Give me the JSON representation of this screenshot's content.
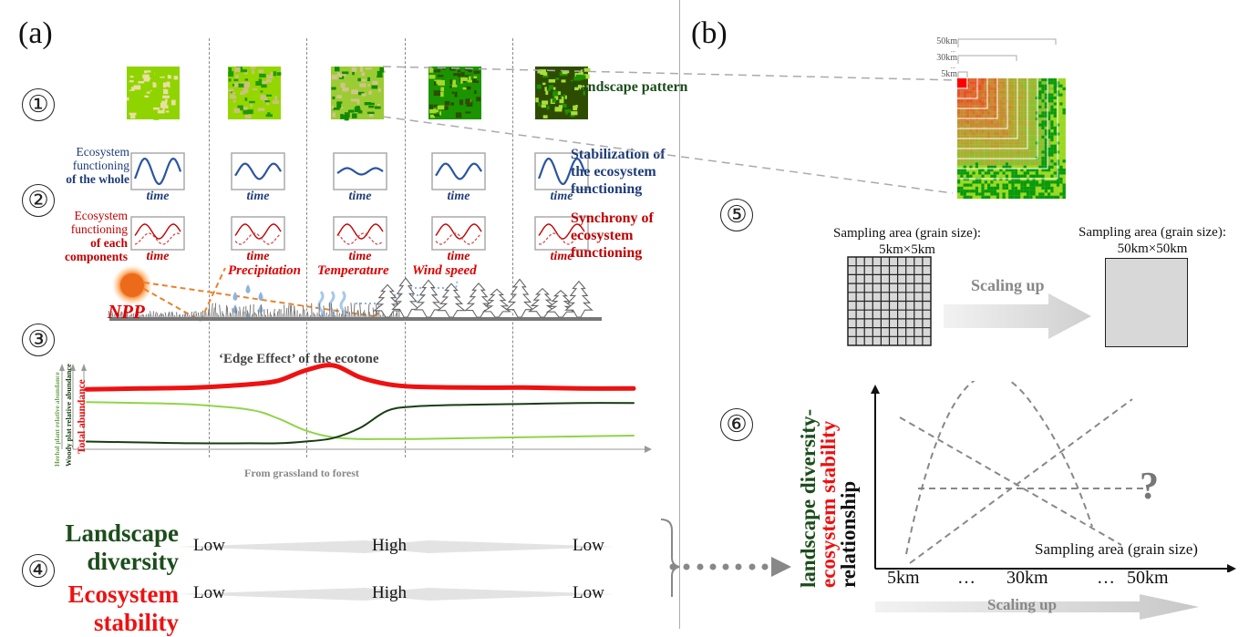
{
  "panels": {
    "a": "(a)",
    "b": "(b)"
  },
  "steps": [
    "①",
    "②",
    "③",
    "④",
    "⑤",
    "⑥"
  ],
  "row1": {
    "label": "Landscape pattern",
    "tiles": [
      {
        "name": "grassland",
        "base": "#8fd400",
        "accent": "#e9e0a0",
        "dark": "#8fd400"
      },
      {
        "name": "grassland-shrub",
        "base": "#95d600",
        "accent": "#c9c27a",
        "dark": "#1f9a00"
      },
      {
        "name": "ecotone",
        "base": "#9bcc33",
        "accent": "#d2c48a",
        "dark": "#128a00"
      },
      {
        "name": "forest-edge",
        "base": "#1a9400",
        "accent": "#a4d82c",
        "dark": "#2d4d00"
      },
      {
        "name": "forest",
        "base": "#2e4c00",
        "accent": "#a8e03a",
        "dark": "#1e9100"
      }
    ]
  },
  "row2": {
    "whole_label": [
      "Ecosystem",
      "functioning",
      "of the whole"
    ],
    "components_label": [
      "Ecosystem",
      "functioning",
      "of each",
      "components"
    ],
    "time_label": "time",
    "stabilization_label": [
      "Stabilization of",
      "the ecosystem",
      "functioning"
    ],
    "synchrony_label": [
      "Synchrony of",
      "ecosystem",
      "functioning"
    ],
    "blue_amplitude": [
      1.0,
      0.6,
      0.25,
      0.6,
      1.0
    ],
    "red_offset": [
      0.15,
      0.35,
      0.6,
      0.35,
      0.2
    ]
  },
  "row3": {
    "npp": "NPP",
    "factors": [
      "Precipitation",
      "Temperature",
      "Wind speed"
    ]
  },
  "edge_effect": {
    "title": "‘Edge Effect’ of the ecotone",
    "xlabel": "From grassland to forest",
    "ylabels": [
      "Herbal plant relative abundance",
      "Woody plat relative abundance",
      "Total abundance"
    ]
  },
  "chart_data": {
    "type": "line",
    "title": "‘Edge Effect’ of the ecotone",
    "xlabel": "From grassland to forest",
    "x": [
      0,
      0.1,
      0.2,
      0.3,
      0.35,
      0.4,
      0.45,
      0.5,
      0.55,
      0.6,
      0.7,
      0.8,
      0.9,
      1.0
    ],
    "series": [
      {
        "name": "Total abundance",
        "color": "#ee1111",
        "values": [
          0.7,
          0.71,
          0.72,
          0.76,
          0.8,
          0.92,
          0.98,
          0.84,
          0.76,
          0.73,
          0.72,
          0.72,
          0.71,
          0.71
        ]
      },
      {
        "name": "Herbal plant relative abundance",
        "color": "#8fd44a",
        "values": [
          0.55,
          0.54,
          0.52,
          0.46,
          0.36,
          0.22,
          0.14,
          0.12,
          0.12,
          0.12,
          0.13,
          0.14,
          0.15,
          0.16
        ]
      },
      {
        "name": "Woody plat relative abundance",
        "color": "#173d12",
        "values": [
          0.09,
          0.08,
          0.07,
          0.07,
          0.07,
          0.09,
          0.13,
          0.25,
          0.45,
          0.5,
          0.52,
          0.53,
          0.54,
          0.54
        ]
      }
    ],
    "ylim": [
      0,
      1
    ]
  },
  "row4": {
    "landscape": [
      "Landscape",
      "diversity"
    ],
    "ecosystem": [
      "Ecosystem",
      "stability"
    ],
    "levels": [
      "Low",
      "High",
      "Low"
    ]
  },
  "panel_b": {
    "scale_labels": [
      "50km",
      "...",
      "30km",
      "...",
      "5km"
    ],
    "sampling_small": [
      "Sampling area (grain size):",
      "5km×5km"
    ],
    "sampling_large": [
      "Sampling area (grain size):",
      "50km×50km"
    ],
    "scaling_up": "Scaling up",
    "grid_cells": 10
  },
  "relationship_chart": {
    "ylabel_parts": [
      "landscape diversity-",
      "ecosystem stability",
      "relationship"
    ],
    "xlabel": "Sampling area (grain size)",
    "ticks": [
      "5km",
      "…",
      "30km",
      "…",
      "50km"
    ],
    "question": "?",
    "scaling_up": "Scaling up",
    "hypotheses": [
      "hump-shaped",
      "decreasing",
      "increasing",
      "flat"
    ]
  }
}
